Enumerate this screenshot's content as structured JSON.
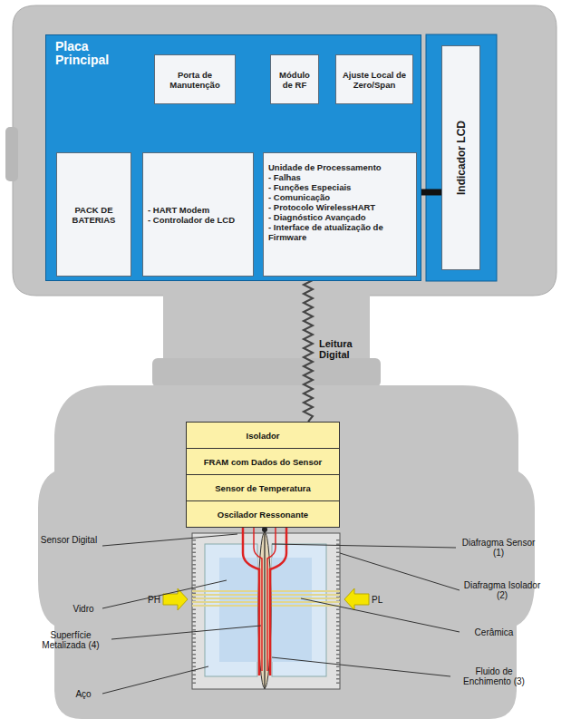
{
  "diagram": {
    "nodes": [
      {
        "text": [
          "Placa Principal"
        ]
      },
      {
        "text": [
          "Porta de Manutenção"
        ],
        "in": 0
      },
      {
        "text": [
          "Módulo de RF"
        ],
        "in": 0
      },
      {
        "text": [
          "Ajuste Local de Zero/Span"
        ],
        "in": 0
      },
      {
        "text": [
          "PACK DE BATERIAS"
        ],
        "in": 0
      },
      {
        "text": [
          "- HART Modem",
          "- Controlador de LCD"
        ],
        "in": 0
      },
      {
        "text": [
          "Unidade de Processamento",
          "- Falhas",
          "- Funções Especiais",
          "- Comunicação",
          "- Protocolo WirelessHART",
          "- Diagnóstico Avançado",
          "- Interface de atualização de Firmware"
        ],
        "in": 0
      },
      {
        "text": [
          "Indicador LCD"
        ]
      },
      {
        "text": [
          "Isolador"
        ]
      },
      {
        "text": [
          "FRAM com Dados do Sensor"
        ]
      },
      {
        "text": [
          "Sensor de Temperatura"
        ]
      },
      {
        "text": [
          "Oscilador Ressonante"
        ]
      }
    ],
    "edges": [
      {
        "from": 1,
        "to": 5,
        "arrow": "none"
      },
      {
        "from": 1,
        "to": 5,
        "arrow": "none"
      },
      {
        "from": 2,
        "to": 6,
        "arrow": "none"
      },
      {
        "from": 2,
        "to": 6,
        "arrow": "none"
      },
      {
        "from": 3,
        "to": 6,
        "arrow": "none"
      },
      {
        "from": 3,
        "to": 6,
        "arrow": "none"
      },
      {
        "from": 4,
        "to": 5,
        "arrow": "none"
      },
      {
        "from": 4,
        "to": 5,
        "arrow": "none"
      },
      {
        "from": 5,
        "to": 6,
        "arrow": "none"
      },
      {
        "from": 5,
        "to": 6,
        "arrow": "none"
      },
      {
        "from": 6,
        "to": 7,
        "arrow": "none"
      },
      {
        "from": 6,
        "to": 8,
        "label": "Leitura Digital",
        "arrow": "none"
      }
    ],
    "labels": [
      "Sensor Digital",
      "Vidro",
      "Superfície Metalizada (4)",
      "Aço",
      "PH",
      "PL",
      "Diafragma Sensor (1)",
      "Diafragma Isolador (2)",
      "Cerâmica",
      "Fluido de Enchimento (3)"
    ]
  }
}
